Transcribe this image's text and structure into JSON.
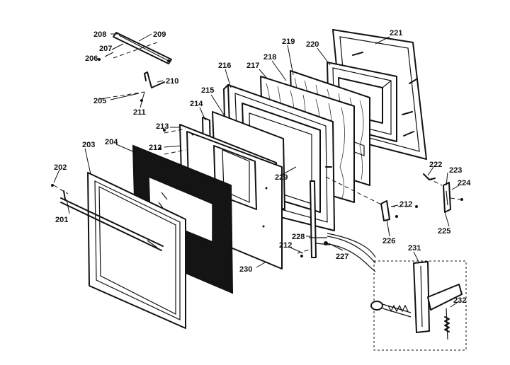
{
  "diagram": {
    "type": "exploded-parts-diagram",
    "callouts": [
      {
        "id": "p201",
        "label": "201"
      },
      {
        "id": "p202",
        "label": "202"
      },
      {
        "id": "p203",
        "label": "203"
      },
      {
        "id": "p204",
        "label": "204"
      },
      {
        "id": "p205",
        "label": "205"
      },
      {
        "id": "p206",
        "label": "206"
      },
      {
        "id": "p207",
        "label": "207"
      },
      {
        "id": "p208",
        "label": "208"
      },
      {
        "id": "p209",
        "label": "209"
      },
      {
        "id": "p210",
        "label": "210"
      },
      {
        "id": "p211",
        "label": "211"
      },
      {
        "id": "p212a",
        "label": "212"
      },
      {
        "id": "p212b",
        "label": "212"
      },
      {
        "id": "p212c",
        "label": "212"
      },
      {
        "id": "p213",
        "label": "213"
      },
      {
        "id": "p214",
        "label": "214"
      },
      {
        "id": "p215",
        "label": "215"
      },
      {
        "id": "p216",
        "label": "216"
      },
      {
        "id": "p217",
        "label": "217"
      },
      {
        "id": "p218",
        "label": "218"
      },
      {
        "id": "p219",
        "label": "219"
      },
      {
        "id": "p220",
        "label": "220"
      },
      {
        "id": "p221",
        "label": "221"
      },
      {
        "id": "p222",
        "label": "222"
      },
      {
        "id": "p223",
        "label": "223"
      },
      {
        "id": "p224",
        "label": "224"
      },
      {
        "id": "p225",
        "label": "225"
      },
      {
        "id": "p226",
        "label": "226"
      },
      {
        "id": "p227",
        "label": "227"
      },
      {
        "id": "p228",
        "label": "228"
      },
      {
        "id": "p229",
        "label": "229"
      },
      {
        "id": "p230",
        "label": "230"
      },
      {
        "id": "p231",
        "label": "231"
      },
      {
        "id": "p232",
        "label": "232"
      }
    ]
  }
}
